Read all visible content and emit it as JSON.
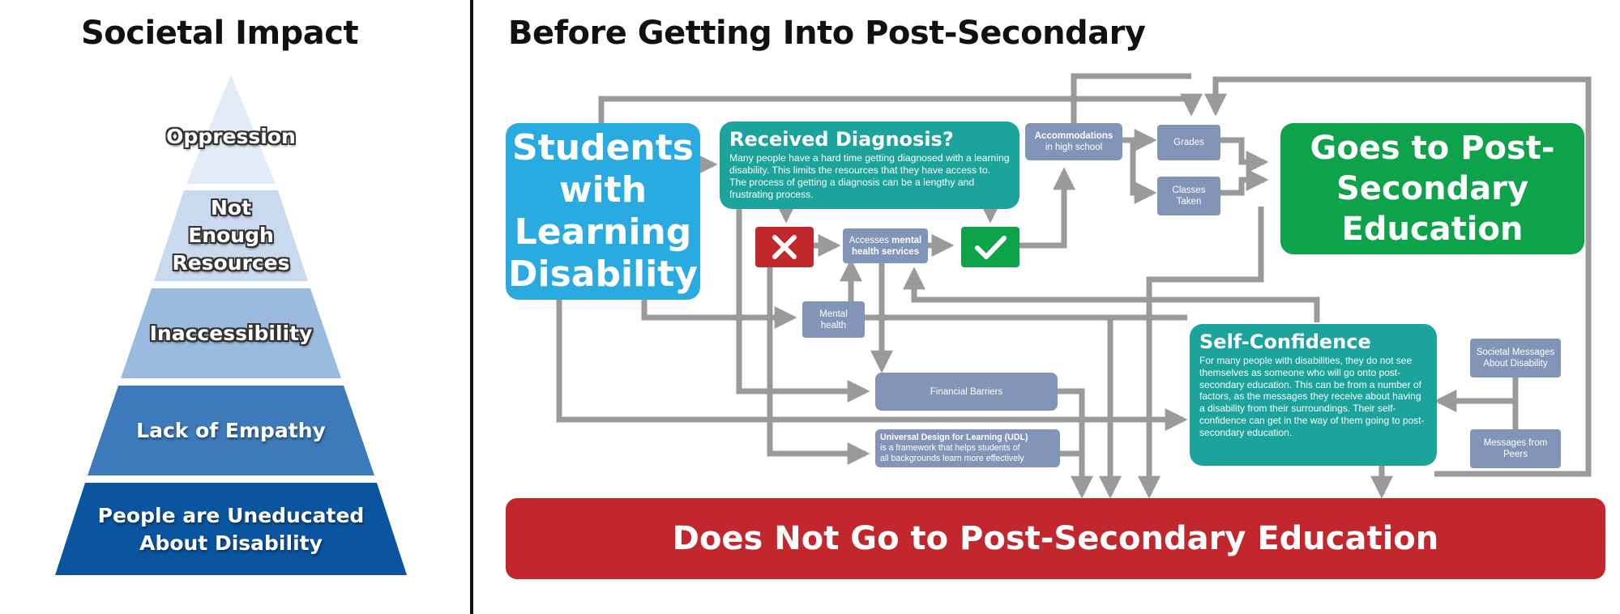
{
  "left_title": "Societal Impact",
  "right_title": "Before Getting Into Post-Secondary",
  "pyramid": [
    {
      "label": "Oppression",
      "color": "#e3ecf6"
    },
    {
      "label": "Not\nEnough\nResources",
      "color": "#c9daee"
    },
    {
      "label": "Inaccessibility",
      "color": "#9bbbde"
    },
    {
      "label": "Lack of Empathy",
      "color": "#3d7ab9"
    },
    {
      "label": "People are Uneducated\nAbout Disability",
      "color": "#0b55a0"
    }
  ],
  "nodes": {
    "students": "Students with Learning Disability",
    "goes": "Goes to Post-Secondary Education",
    "does_not": "Does Not Go to Post-Secondary Education",
    "diagnosis": {
      "title": "Received Diagnosis?",
      "body": "Many people have a hard time getting diagnosed with a learning disability. This limits the resources that they have access to. The process of getting a diagnosis can be a lengthy and frustrating process."
    },
    "self_confidence": {
      "title": "Self-Confidence",
      "body": "For many people with disabilities, they do not see themselves as someone who will go onto post-secondary education. This can be from a number of factors, as the messages they receive about having a disability from their surroundings. Their self-confidence can get in the way of them going to post-secondary education."
    },
    "accommodations": {
      "bold": "Accommodations",
      "rest": "in high school"
    },
    "grades": "Grades",
    "classes": "Classes\nTaken",
    "mental_services": {
      "pre": "Accesses ",
      "bold": "mental\nhealth services"
    },
    "mental_health": "Mental\nhealth",
    "financial": "Financial Barriers",
    "udl": {
      "bold": "Universal Design for Learning (UDL)",
      "rest": "is a framework that helps students of\nall backgrounds learn more effectively"
    },
    "societal_messages": "Societal Messages\nAbout Disability",
    "peer_messages": "Messages from\nPeers"
  },
  "colors": {
    "blue": "#29abe2",
    "green": "#0ea24b",
    "teal": "#1ba39c",
    "red": "#c1272d",
    "slate": "#8294b8",
    "line": "#9a9a9a"
  }
}
